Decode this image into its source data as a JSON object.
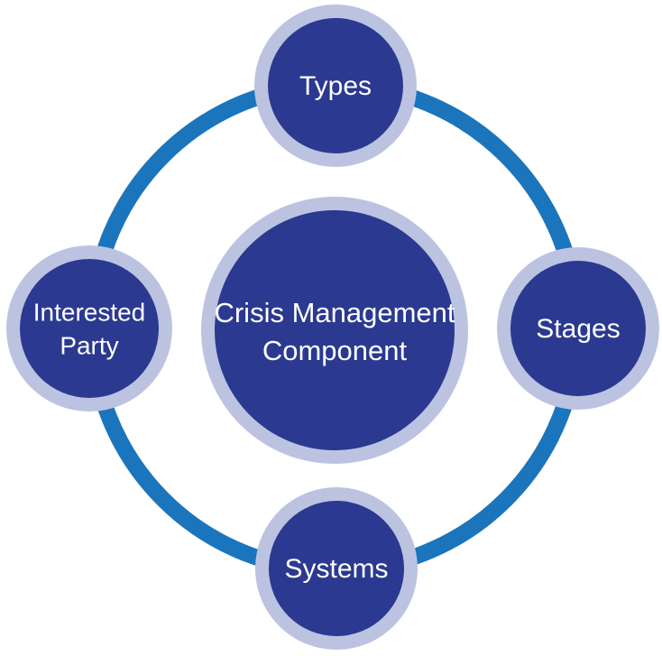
{
  "diagram": {
    "center": {
      "line1": "Crisis Management",
      "line2": "Component"
    },
    "nodes": {
      "top": {
        "label": "Types"
      },
      "right": {
        "label": "Stages"
      },
      "bottom": {
        "label": "Systems"
      },
      "left": {
        "line1": "Interested",
        "line2": "Party"
      }
    },
    "colors": {
      "node_fill": "#2B3990",
      "node_border": "#BCC3E1",
      "ring": "#1B75BC",
      "text": "#FFFFFF"
    }
  }
}
